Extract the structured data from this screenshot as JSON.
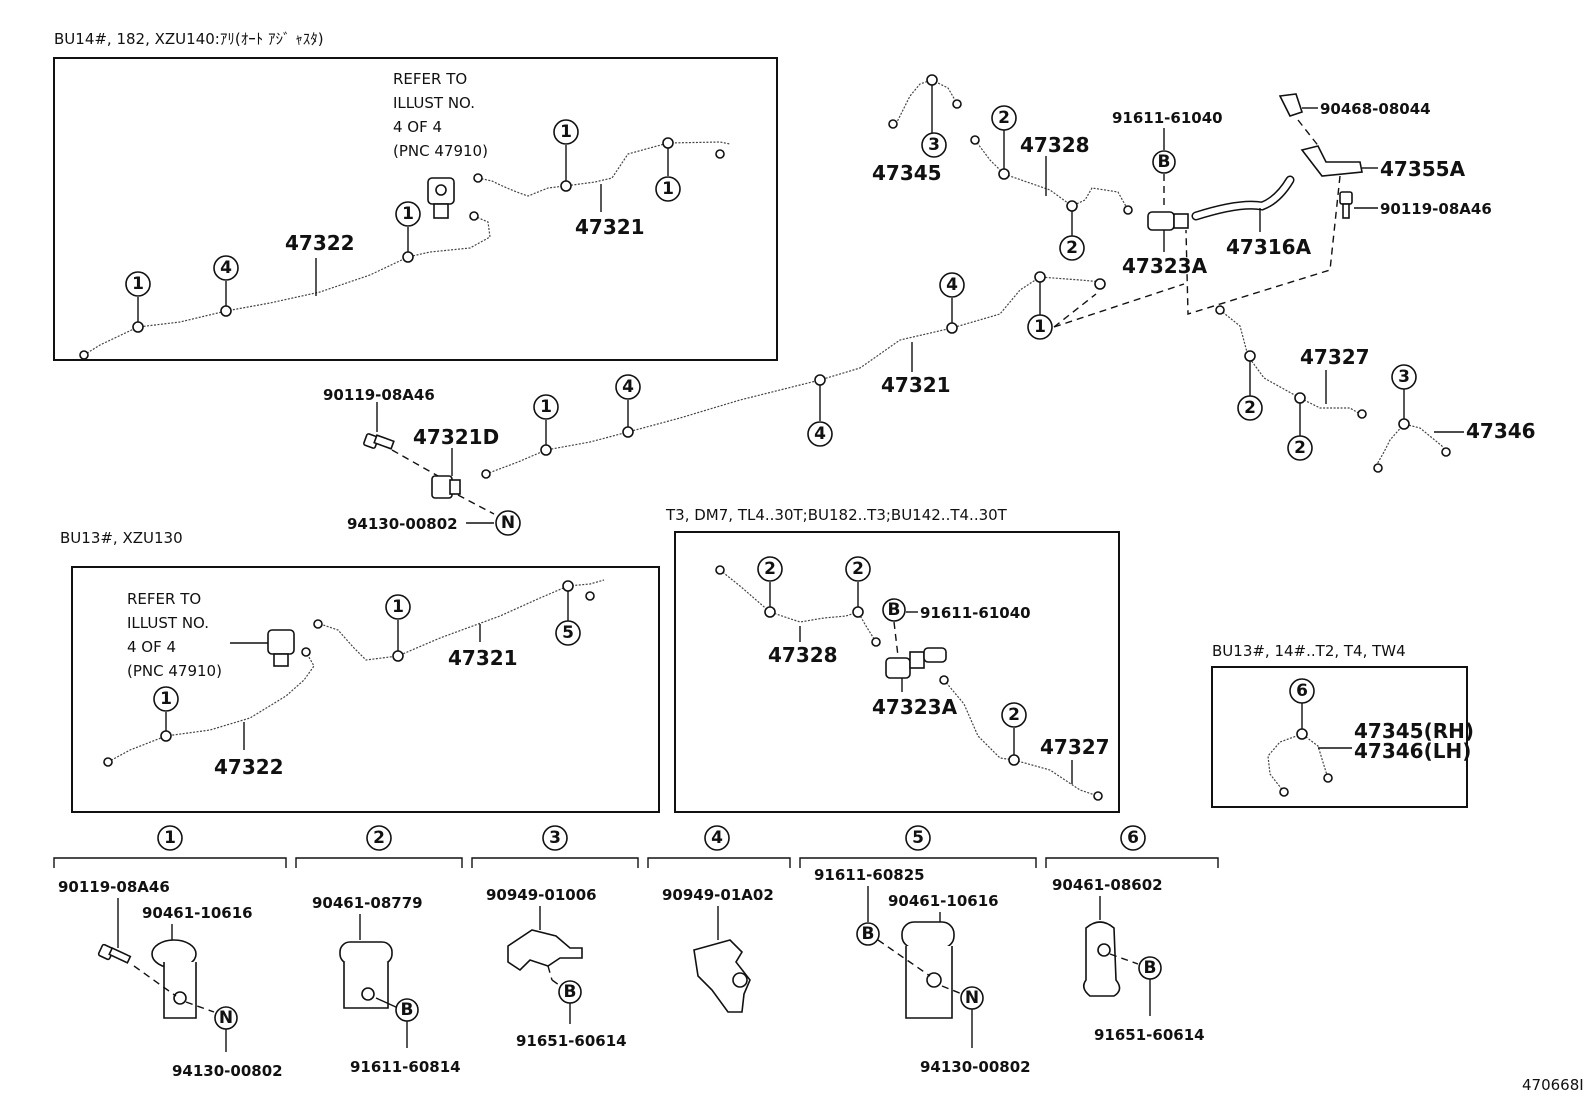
{
  "headers": {
    "h1": "BU14#, 182, XZU140:ｱﾘ(ｵｰﾄ ｱｼﾞ ｬｽﾀ)",
    "h2": "BU13#, XZU130",
    "h3": "T3, DM7, TL4..30T;BU182..T3;BU142..T4..30T",
    "h4": "BU13#, 14#..T2, T4, TW4"
  },
  "refer_note": {
    "line1": "REFER TO",
    "line2": "ILLUST NO.",
    "line3": "4 OF 4",
    "line4": "(PNC 47910)"
  },
  "callout_labels": {
    "c1": "1",
    "c2": "2",
    "c3": "3",
    "c4": "4",
    "c5": "5",
    "c6": "6",
    "B": "B",
    "N": "N"
  },
  "part_numbers": {
    "p47322": "47322",
    "p47321": "47321",
    "p47321D": "47321D",
    "p90119_08A46": "90119-08A46",
    "p94130_00802": "94130-00802",
    "p47345": "47345",
    "p47328": "47328",
    "p91611_61040": "91611-61040",
    "p90468_08044": "90468-08044",
    "p47355A": "47355A",
    "p90119_08A46b": "90119-08A46",
    "p47316A": "47316A",
    "p47323A": "47323A",
    "p47327": "47327",
    "p47346": "47346",
    "p47345RH": "47345(RH)",
    "p47346LH": "47346(LH)",
    "p90461_10616": "90461-10616",
    "p90461_08779": "90461-08779",
    "p91611_60814": "91611-60814",
    "p90949_01006": "90949-01006",
    "p91651_60614": "91651-60614",
    "p90949_01A02": "90949-01A02",
    "p91611_60825": "91611-60825",
    "p90461_08602": "90461-08602"
  },
  "figure_id": "470668I"
}
